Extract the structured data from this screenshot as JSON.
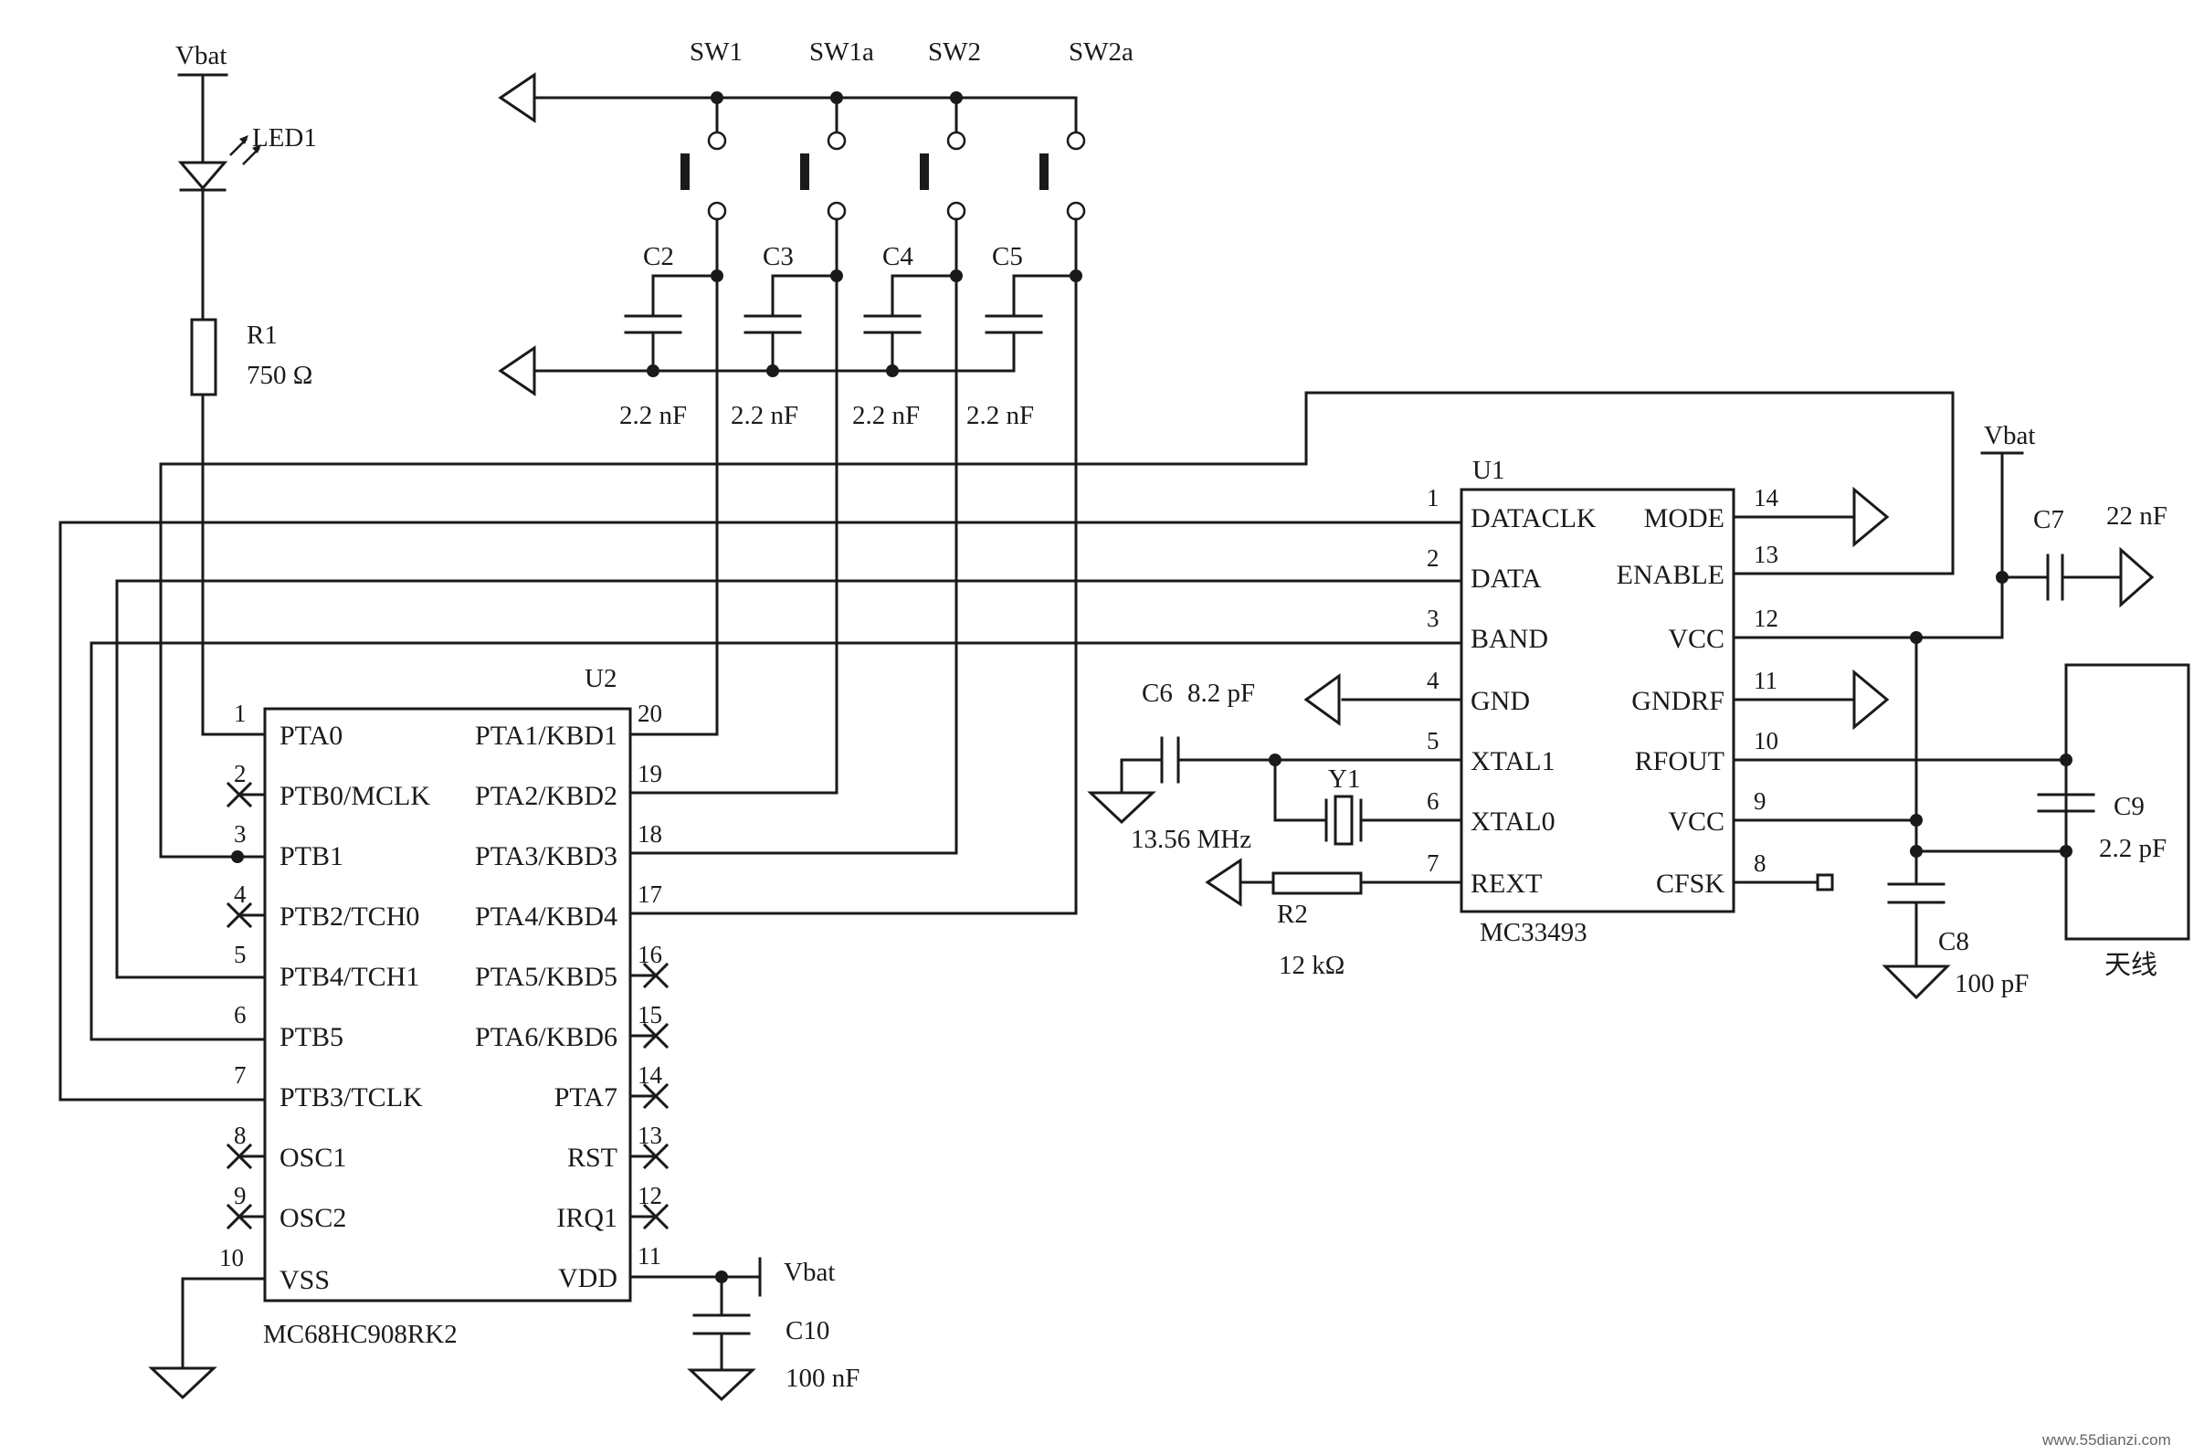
{
  "labels": {
    "vbat_top": "Vbat",
    "vbat_right": "Vbat",
    "vbat_bottom": "Vbat",
    "led": "LED1",
    "r1_ref": "R1",
    "r1_val": "750 Ω",
    "sw1": "SW1",
    "sw1a": "SW1a",
    "sw2": "SW2",
    "sw2a": "SW2a",
    "c2": "C2",
    "c3": "C3",
    "c4": "C4",
    "c5": "C5",
    "c2_val": "2.2 nF",
    "c3_val": "2.2 nF",
    "c4_val": "2.2 nF",
    "c5_val": "2.2 nF",
    "c6": "C6",
    "c6_val": "8.2 pF",
    "y1": "Y1",
    "y1_freq": "13.56 MHz",
    "r2_ref": "R2",
    "r2_val": "12 kΩ",
    "c7": "C7",
    "c7_val": "22 nF",
    "c8": "C8",
    "c8_val": "100 pF",
    "c9": "C9",
    "c9_val": "2.2 pF",
    "antenna": "天线",
    "c10": "C10",
    "c10_val": "100 nF",
    "watermark": "www.55dianzi.com"
  },
  "u2": {
    "ref": "U2",
    "part": "MC68HC908RK2",
    "left_pins": [
      {
        "num": "1",
        "name": "PTA0"
      },
      {
        "num": "2",
        "name": "PTB0/MCLK"
      },
      {
        "num": "3",
        "name": "PTB1"
      },
      {
        "num": "4",
        "name": "PTB2/TCH0"
      },
      {
        "num": "5",
        "name": "PTB4/TCH1"
      },
      {
        "num": "6",
        "name": "PTB5"
      },
      {
        "num": "7",
        "name": "PTB3/TCLK"
      },
      {
        "num": "8",
        "name": "OSC1"
      },
      {
        "num": "9",
        "name": "OSC2"
      },
      {
        "num": "10",
        "name": "VSS"
      }
    ],
    "right_pins": [
      {
        "num": "20",
        "name": "PTA1/KBD1"
      },
      {
        "num": "19",
        "name": "PTA2/KBD2"
      },
      {
        "num": "18",
        "name": "PTA3/KBD3"
      },
      {
        "num": "17",
        "name": "PTA4/KBD4"
      },
      {
        "num": "16",
        "name": "PTA5/KBD5"
      },
      {
        "num": "15",
        "name": "PTA6/KBD6"
      },
      {
        "num": "14",
        "name": "PTA7"
      },
      {
        "num": "13",
        "name": "RST"
      },
      {
        "num": "12",
        "name": "IRQ1"
      },
      {
        "num": "11",
        "name": "VDD"
      }
    ]
  },
  "u1": {
    "ref": "U1",
    "part": "MC33493",
    "left_pins": [
      {
        "num": "1",
        "name": "DATACLK"
      },
      {
        "num": "2",
        "name": "DATA"
      },
      {
        "num": "3",
        "name": "BAND"
      },
      {
        "num": "4",
        "name": "GND"
      },
      {
        "num": "5",
        "name": "XTAL1"
      },
      {
        "num": "6",
        "name": "XTAL0"
      },
      {
        "num": "7",
        "name": "REXT"
      }
    ],
    "right_pins": [
      {
        "num": "14",
        "name": "MODE"
      },
      {
        "num": "13",
        "name": "ENABLE"
      },
      {
        "num": "12",
        "name": "VCC"
      },
      {
        "num": "11",
        "name": "GNDRF"
      },
      {
        "num": "10",
        "name": "RFOUT"
      },
      {
        "num": "9",
        "name": "VCC"
      },
      {
        "num": "8",
        "name": "CFSK"
      }
    ]
  }
}
